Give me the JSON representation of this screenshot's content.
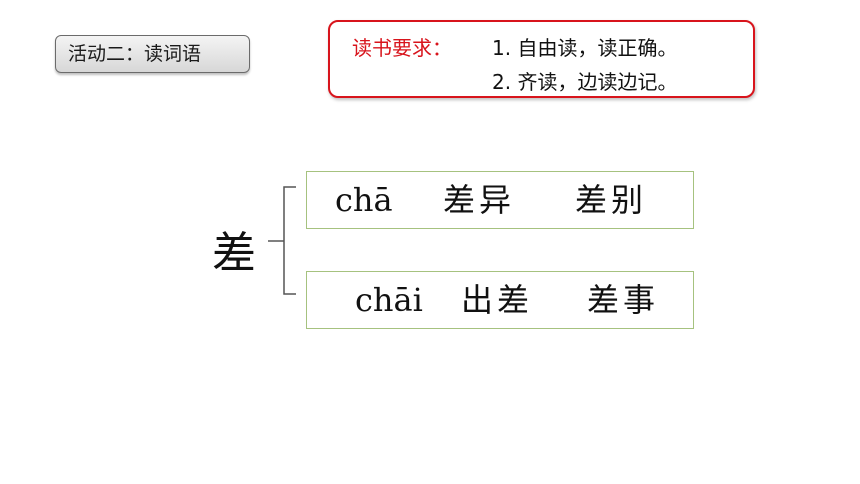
{
  "activity": {
    "label": "活动二：读词语"
  },
  "requirements": {
    "label": "读书要求：",
    "items": [
      "1. 自由读，读正确。",
      "2. 齐读，边读边记。"
    ]
  },
  "main_char": "差",
  "readings": [
    {
      "pinyin": "chā",
      "words": [
        "差异",
        "差别"
      ]
    },
    {
      "pinyin": "chāi",
      "words": [
        "出差",
        "差事"
      ]
    }
  ],
  "colors": {
    "accent_red": "#d8141c",
    "box_border_green": "#a6c27f"
  }
}
